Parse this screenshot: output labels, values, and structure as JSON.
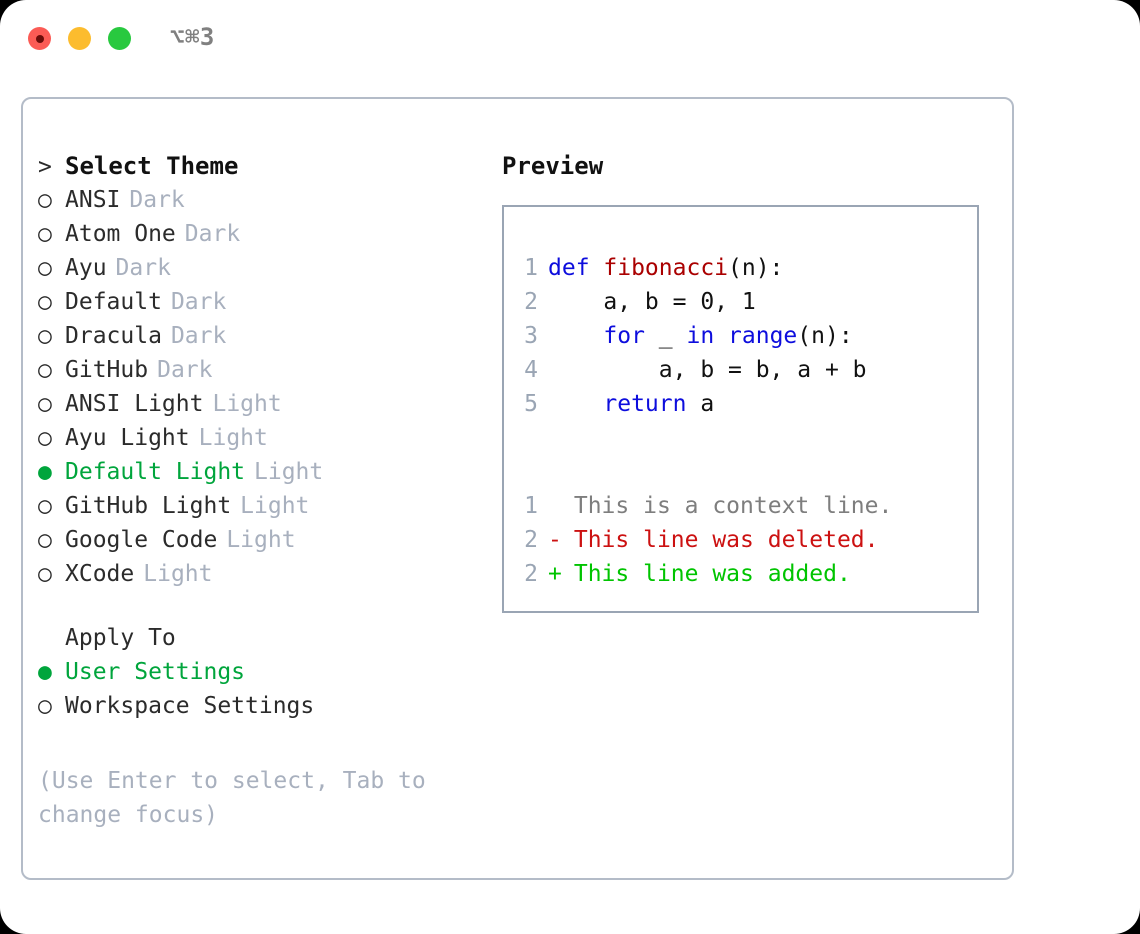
{
  "window": {
    "title": "⌥⌘3",
    "traffic_lights": [
      "close-red",
      "minimize-yellow",
      "maximize-green"
    ]
  },
  "theme_picker": {
    "header_marker": ">",
    "header_label": "Select Theme",
    "marker_selected": "●",
    "marker_unselected": "○",
    "items": [
      {
        "marker": "○",
        "label": "ANSI",
        "suffix": "Dark",
        "selected": false
      },
      {
        "marker": "○",
        "label": "Atom One",
        "suffix": "Dark",
        "selected": false
      },
      {
        "marker": "○",
        "label": "Ayu",
        "suffix": "Dark",
        "selected": false
      },
      {
        "marker": "○",
        "label": "Default",
        "suffix": "Dark",
        "selected": false
      },
      {
        "marker": "○",
        "label": "Dracula",
        "suffix": "Dark",
        "selected": false
      },
      {
        "marker": "○",
        "label": "GitHub",
        "suffix": "Dark",
        "selected": false
      },
      {
        "marker": "○",
        "label": "ANSI Light",
        "suffix": "Light",
        "selected": false
      },
      {
        "marker": "○",
        "label": "Ayu Light",
        "suffix": "Light",
        "selected": false
      },
      {
        "marker": "●",
        "label": "Default Light",
        "suffix": "Light",
        "selected": true
      },
      {
        "marker": "○",
        "label": "GitHub Light",
        "suffix": "Light",
        "selected": false
      },
      {
        "marker": "○",
        "label": "Google Code",
        "suffix": "Light",
        "selected": false
      },
      {
        "marker": "○",
        "label": "XCode",
        "suffix": "Light",
        "selected": false
      }
    ]
  },
  "apply_to": {
    "header_label": "Apply To",
    "items": [
      {
        "marker": "●",
        "label": "User Settings",
        "selected": true
      },
      {
        "marker": "○",
        "label": "Workspace Settings",
        "selected": false
      }
    ]
  },
  "hint": "(Use Enter to select, Tab to change focus)",
  "preview": {
    "title": "Preview",
    "code": [
      {
        "num": "1",
        "tokens": [
          {
            "t": "def ",
            "c": "kw"
          },
          {
            "t": "fibonacci",
            "c": "fn"
          },
          {
            "t": "(n):",
            "c": "code-text"
          }
        ]
      },
      {
        "num": "2",
        "tokens": [
          {
            "t": "    a, b = 0, 1",
            "c": "code-text"
          }
        ]
      },
      {
        "num": "3",
        "tokens": [
          {
            "t": "    ",
            "c": "code-text"
          },
          {
            "t": "for",
            "c": "kw"
          },
          {
            "t": " _ ",
            "c": "code-text"
          },
          {
            "t": "in",
            "c": "kw"
          },
          {
            "t": " ",
            "c": "code-text"
          },
          {
            "t": "range",
            "c": "kw"
          },
          {
            "t": "(n):",
            "c": "code-text"
          }
        ]
      },
      {
        "num": "4",
        "tokens": [
          {
            "t": "        a, b = b, a + b",
            "c": "code-text"
          }
        ]
      },
      {
        "num": "5",
        "tokens": [
          {
            "t": "    ",
            "c": "code-text"
          },
          {
            "t": "return",
            "c": "kw"
          },
          {
            "t": " a",
            "c": "code-text"
          }
        ]
      }
    ],
    "diff": [
      {
        "num": "1",
        "sign": " ",
        "text": "This is a context line.",
        "kind": "ctx"
      },
      {
        "num": "2",
        "sign": "-",
        "text": "This line was deleted.",
        "kind": "del"
      },
      {
        "num": "2",
        "sign": "+",
        "text": "This line was added.",
        "kind": "add"
      }
    ]
  },
  "colors": {
    "accent_green": "#00a53c",
    "muted": "#a8b0be",
    "keyword_blue": "#0d0ddd",
    "function_red": "#aa0000",
    "diff_deleted": "#cc1111",
    "diff_added": "#00c400",
    "panel_border": "#b4bcc8",
    "preview_border": "#9aa5b4"
  }
}
